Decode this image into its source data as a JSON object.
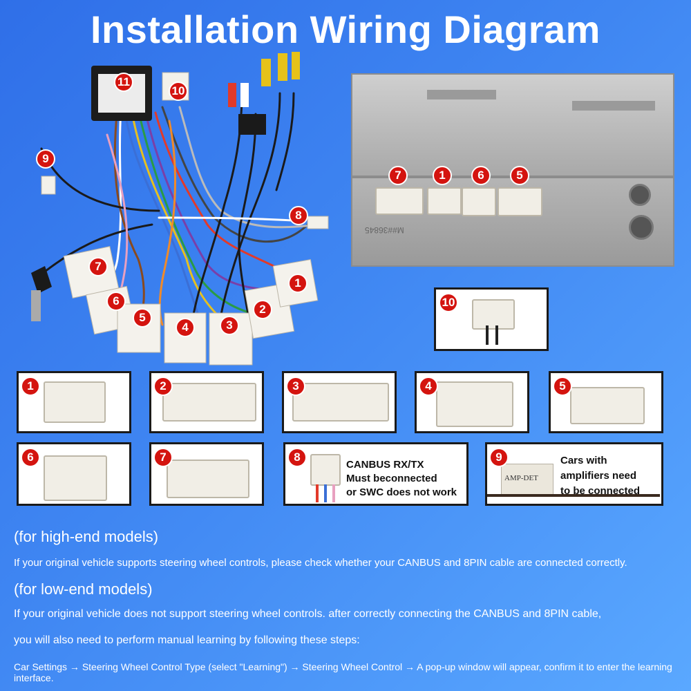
{
  "title": "Installation Wiring Diagram",
  "badges": [
    "1",
    "2",
    "3",
    "4",
    "5",
    "6",
    "7",
    "8",
    "9",
    "10",
    "11"
  ],
  "connector_cards": {
    "c8_text": [
      "CANBUS RX/TX",
      "Must beconnected",
      "or SWC does not work"
    ],
    "c9_text": [
      "Cars with",
      "amplifiers need",
      "to be connected"
    ],
    "c9_label": "AMP-DET"
  },
  "unit_label": "M##36845",
  "notes": {
    "high_end_heading": "(for high-end models)",
    "high_end_text": "If your original vehicle supports steering wheel controls, please check whether your CANBUS and 8PIN cable are connected correctly.",
    "low_end_heading": "(for low-end models)",
    "low_end_text_1": "If your original vehicle does not support steering wheel controls. after correctly connecting the CANBUS and 8PIN cable,",
    "low_end_text_2": "you will also need to perform manual learning by following these steps:",
    "steps": "Car Settings → Steering Wheel Control Type (select \"Learning\") → Steering Wheel Control → A pop-up window will appear, confirm it to enter the learning interface."
  }
}
